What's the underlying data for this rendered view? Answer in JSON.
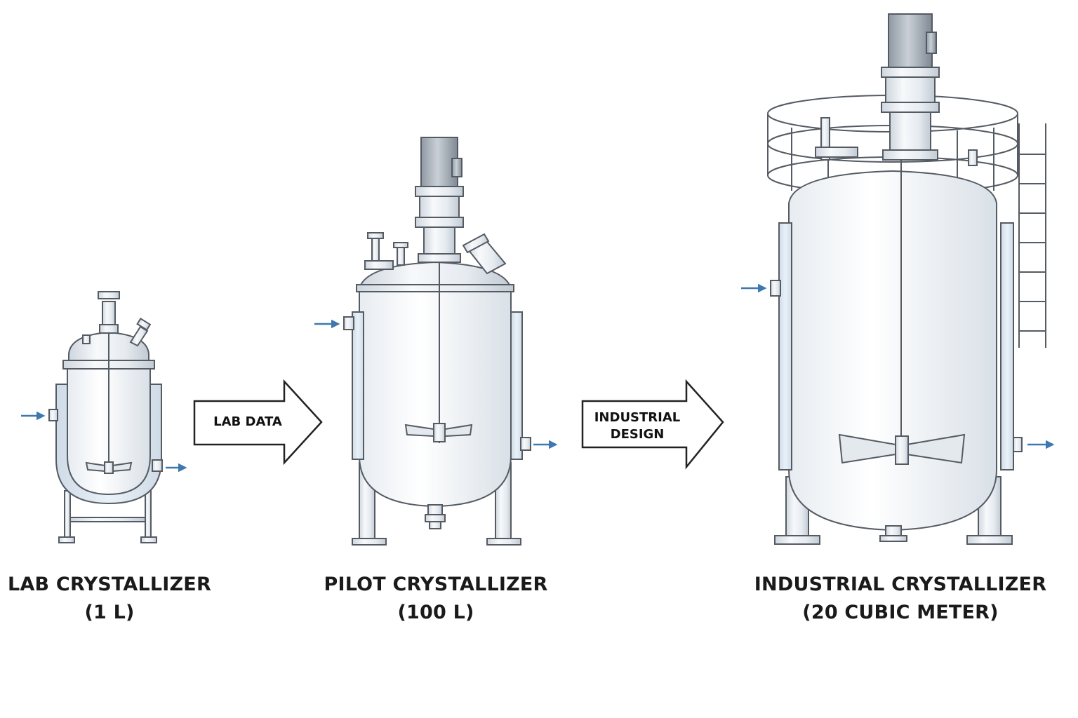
{
  "stages": [
    {
      "name": "LAB CRYSTALLIZER",
      "capacity": "(1 L)"
    },
    {
      "name": "PILOT CRYSTALLIZER",
      "capacity": "(100 L)"
    },
    {
      "name": "INDUSTRIAL CRYSTALLIZER",
      "capacity": "(20 CUBIC METER)"
    }
  ],
  "transitions": [
    {
      "line1": "LAB DATA",
      "line2": ""
    },
    {
      "line1": "INDUSTRIAL",
      "line2": "DESIGN"
    }
  ],
  "colors": {
    "stroke": "#555b63",
    "steel_light": "#f2f4f7",
    "steel_mid": "#d5dbe2",
    "jacket": "#dfe8f2",
    "flow_arrow": "#3d78b0",
    "text": "#1a1a1a"
  }
}
